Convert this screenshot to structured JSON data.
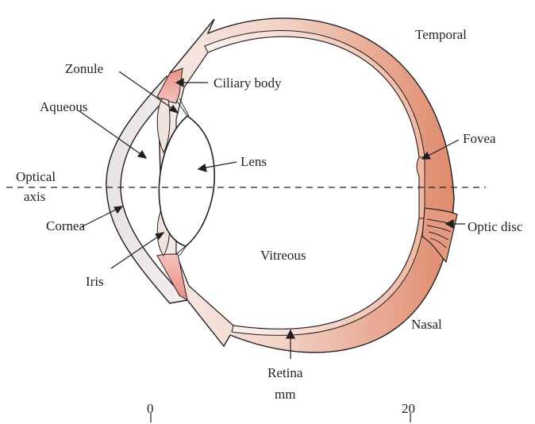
{
  "diagram": {
    "labels": {
      "temporal": "Temporal",
      "zonule": "Zonule",
      "ciliary_body": "Ciliary body",
      "aqueous": "Aqueous",
      "fovea": "Fovea",
      "lens": "Lens",
      "optical_axis_line1": "Optical",
      "optical_axis_line2": "axis",
      "optic_disc": "Optic disc",
      "cornea": "Cornea",
      "vitreous": "Vitreous",
      "iris": "Iris",
      "nasal": "Nasal",
      "retina": "Retina"
    },
    "scale": {
      "unit": "mm",
      "ticks": [
        "0",
        "20"
      ]
    },
    "colors": {
      "sclera_light": "#f5e6e0",
      "sclera_dark": "#e08a6c",
      "ciliary": "#ec9c95",
      "outline": "#231f20"
    }
  }
}
